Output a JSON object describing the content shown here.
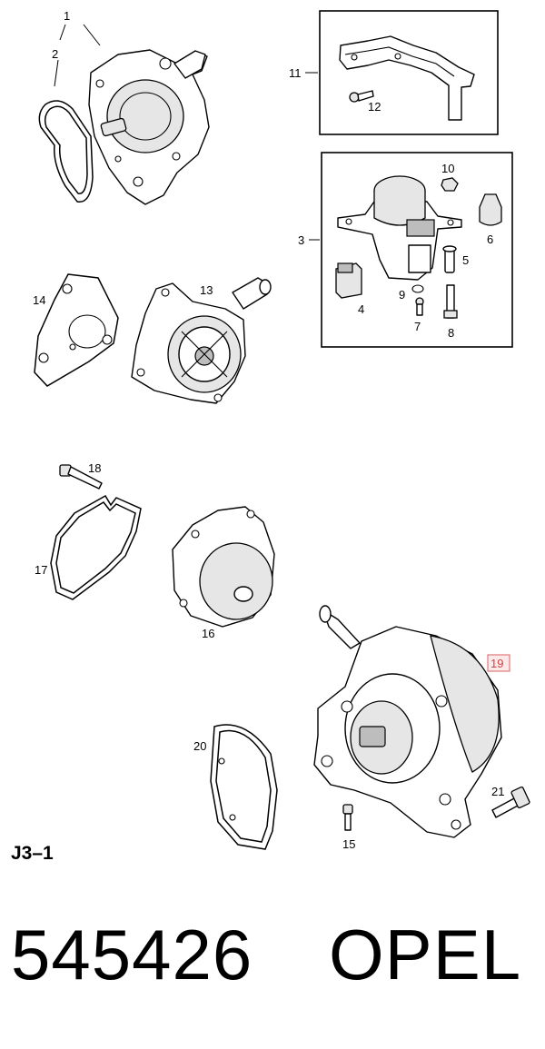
{
  "diagram": {
    "sheet_id": "J3–1",
    "callouts": {
      "c1": "1",
      "c2": "2",
      "c3": "3",
      "c4": "4",
      "c5": "5",
      "c6": "6",
      "c7": "7",
      "c8": "8",
      "c9": "9",
      "c10": "10",
      "c11": "11",
      "c12": "12",
      "c13": "13",
      "c14": "14",
      "c15": "15",
      "c16": "16",
      "c17": "17",
      "c18": "18",
      "c19": "19",
      "c20": "20",
      "c21": "21"
    },
    "highlighted_callout": "19",
    "highlight_color": "#e07a7a"
  },
  "footer": {
    "part_number": "545426",
    "brand": "OPEL"
  }
}
